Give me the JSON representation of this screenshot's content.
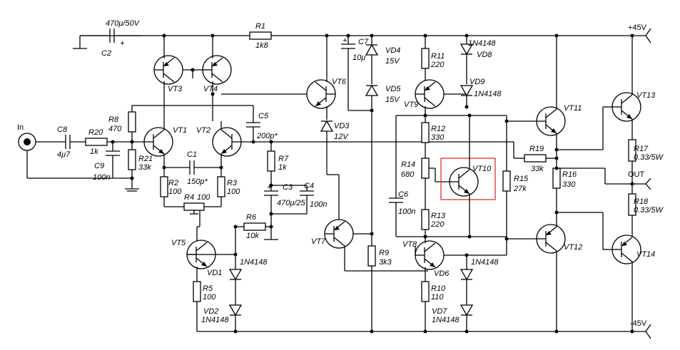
{
  "rails": {
    "positive": "+45V",
    "negative": "-45V"
  },
  "input_label": "In",
  "output_label": "OUT",
  "transistors": {
    "VT1": "VT1",
    "VT2": "VT2",
    "VT3": "VT3",
    "VT4": "VT4",
    "VT5": "VT5",
    "VT6": "VT6",
    "VT7": "VT7",
    "VT8": "VT8",
    "VT9": "VT9",
    "VT10": "VT10",
    "VT11": "VT11",
    "VT12": "VT12",
    "VT13": "VT13",
    "VT14": "VT14"
  },
  "resistors": {
    "R1": {
      "ref": "R1",
      "value": "1k8"
    },
    "R2": {
      "ref": "R2",
      "value": "100"
    },
    "R3": {
      "ref": "R3",
      "value": "100"
    },
    "R4": {
      "ref": "R4",
      "value": "100"
    },
    "R5": {
      "ref": "R5",
      "value": "100"
    },
    "R6": {
      "ref": "R6",
      "value": "10k"
    },
    "R7": {
      "ref": "R7",
      "value": "1k"
    },
    "R8": {
      "ref": "R8",
      "value": "470"
    },
    "R9": {
      "ref": "R9",
      "value": "3k3"
    },
    "R10": {
      "ref": "R10",
      "value": "110"
    },
    "R11": {
      "ref": "R11",
      "value": "220"
    },
    "R12": {
      "ref": "R12",
      "value": "330"
    },
    "R13": {
      "ref": "R13",
      "value": "220"
    },
    "R14": {
      "ref": "R14",
      "value": "680"
    },
    "R15": {
      "ref": "R15",
      "value": "27k"
    },
    "R16": {
      "ref": "R16",
      "value": "330"
    },
    "R17": {
      "ref": "R17",
      "value": "0.33/5W"
    },
    "R18": {
      "ref": "R18",
      "value": "0.33/5W"
    },
    "R19": {
      "ref": "R19",
      "value": "33k"
    },
    "R20": {
      "ref": "R20",
      "value": "1k"
    },
    "R21": {
      "ref": "R21",
      "value": "33k"
    }
  },
  "capacitors": {
    "C1": {
      "ref": "C1",
      "value": "150p*"
    },
    "C2": {
      "ref": "C2",
      "value": "470μ/50V"
    },
    "C3": {
      "ref": "C3",
      "value": "470μ/25"
    },
    "C4": {
      "ref": "C4",
      "value": "100n"
    },
    "C5": {
      "ref": "C5",
      "value": "200p*"
    },
    "C6": {
      "ref": "C6",
      "value": "100n"
    },
    "C7": {
      "ref": "C7",
      "value": "10μ"
    },
    "C8": {
      "ref": "C8",
      "value": "4μ7"
    },
    "C9": {
      "ref": "C9",
      "value": "100n"
    }
  },
  "diodes": {
    "VD1": {
      "ref": "VD1",
      "value": "1N4148"
    },
    "VD2": {
      "ref": "VD2",
      "value": "1N4148"
    },
    "VD3": {
      "ref": "VD3",
      "value": "12V"
    },
    "VD4": {
      "ref": "VD4",
      "value": "15V"
    },
    "VD5": {
      "ref": "VD5",
      "value": "15V"
    },
    "VD6": {
      "ref": "VD6",
      "value": "1N4148"
    },
    "VD7": {
      "ref": "VD7",
      "value": "1N4148"
    },
    "VD8": {
      "ref": "VD8",
      "value": "1N4148"
    },
    "VD9": {
      "ref": "VD9",
      "value": "1N4148"
    }
  },
  "colors": {
    "wire": "#000000",
    "highlight": "#e03030",
    "background": "#ffffff"
  }
}
